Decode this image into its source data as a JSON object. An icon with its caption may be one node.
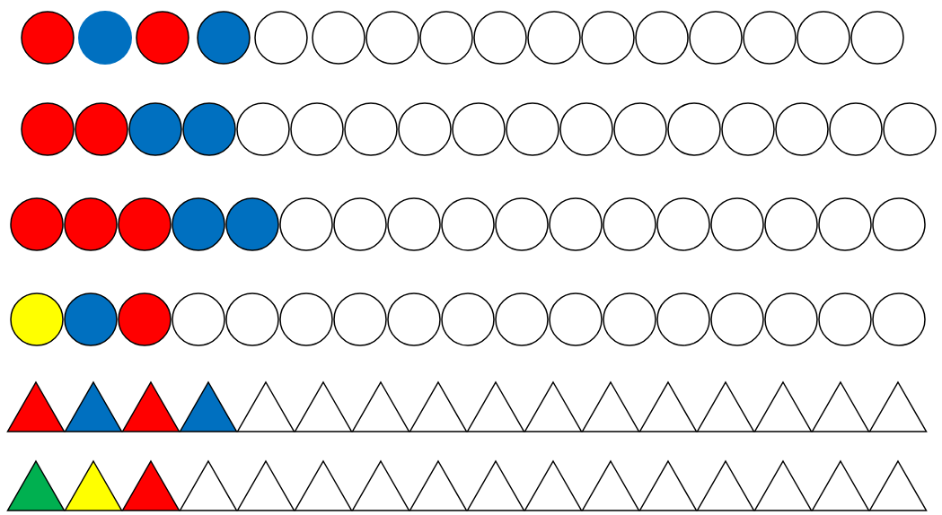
{
  "diagram": {
    "nodes": [
      {
        "text": [],
        "shape": "circle"
      },
      {
        "text": [],
        "shape": "circle"
      },
      {
        "text": [],
        "shape": "circle"
      },
      {
        "text": [],
        "shape": "circle"
      },
      {
        "text": [],
        "shape": "circle"
      },
      {
        "text": [],
        "shape": "circle"
      },
      {
        "text": [],
        "shape": "circle"
      },
      {
        "text": [],
        "shape": "circle"
      },
      {
        "text": [],
        "shape": "circle"
      },
      {
        "text": [],
        "shape": "circle"
      },
      {
        "text": [],
        "shape": "circle"
      },
      {
        "text": [],
        "shape": "circle"
      },
      {
        "text": [],
        "shape": "circle"
      },
      {
        "text": [],
        "shape": "circle"
      },
      {
        "text": [],
        "shape": "circle"
      },
      {
        "text": [],
        "shape": "circle"
      },
      {
        "text": [],
        "shape": "circle"
      },
      {
        "text": [],
        "shape": "circle"
      },
      {
        "text": [],
        "shape": "circle"
      },
      {
        "text": [],
        "shape": "circle"
      },
      {
        "text": [],
        "shape": "circle"
      },
      {
        "text": [],
        "shape": "circle"
      },
      {
        "text": [],
        "shape": "circle"
      },
      {
        "text": [],
        "shape": "circle"
      },
      {
        "text": [],
        "shape": "circle"
      },
      {
        "text": [],
        "shape": "circle"
      },
      {
        "text": [],
        "shape": "circle"
      },
      {
        "text": [],
        "shape": "circle"
      },
      {
        "text": [],
        "shape": "circle"
      },
      {
        "text": [],
        "shape": "circle"
      },
      {
        "text": [],
        "shape": "circle"
      },
      {
        "text": [],
        "shape": "circle"
      },
      {
        "text": [],
        "shape": "circle"
      },
      {
        "text": [],
        "shape": "circle"
      },
      {
        "text": [],
        "shape": "circle"
      },
      {
        "text": [],
        "shape": "circle"
      },
      {
        "text": [],
        "shape": "circle"
      },
      {
        "text": [],
        "shape": "circle"
      },
      {
        "text": [],
        "shape": "circle"
      },
      {
        "text": [],
        "shape": "circle"
      },
      {
        "text": [],
        "shape": "circle"
      },
      {
        "text": [],
        "shape": "circle"
      },
      {
        "text": [],
        "shape": "circle"
      },
      {
        "text": [],
        "shape": "circle"
      },
      {
        "text": [],
        "shape": "circle"
      },
      {
        "text": [],
        "shape": "circle"
      },
      {
        "text": [],
        "shape": "circle"
      },
      {
        "text": [],
        "shape": "circle"
      },
      {
        "text": [],
        "shape": "circle"
      },
      {
        "text": [],
        "shape": "circle"
      },
      {
        "text": [],
        "shape": "circle"
      },
      {
        "text": [],
        "shape": "circle"
      },
      {
        "text": [],
        "shape": "circle"
      },
      {
        "text": [],
        "shape": "circle"
      },
      {
        "text": [],
        "shape": "circle"
      },
      {
        "text": [],
        "shape": "circle"
      },
      {
        "text": [],
        "shape": "circle"
      },
      {
        "text": [],
        "shape": "circle"
      },
      {
        "text": [],
        "shape": "circle"
      },
      {
        "text": [],
        "shape": "circle"
      },
      {
        "text": [],
        "shape": "circle"
      },
      {
        "text": [],
        "shape": "circle"
      },
      {
        "text": [],
        "shape": "circle"
      },
      {
        "text": [],
        "shape": "circle"
      },
      {
        "text": [],
        "shape": "circle"
      },
      {
        "text": [],
        "shape": "circle"
      },
      {
        "text": [],
        "shape": "circle"
      },
      {
        "text": [],
        "shape": "triangle"
      },
      {
        "text": [],
        "shape": "triangle"
      },
      {
        "text": [],
        "shape": "triangle"
      },
      {
        "text": [],
        "shape": "triangle"
      },
      {
        "text": [],
        "shape": "triangle"
      },
      {
        "text": [],
        "shape": "triangle"
      },
      {
        "text": [],
        "shape": "triangle"
      },
      {
        "text": [],
        "shape": "triangle"
      },
      {
        "text": [],
        "shape": "triangle"
      },
      {
        "text": [],
        "shape": "triangle"
      },
      {
        "text": [],
        "shape": "triangle"
      },
      {
        "text": [],
        "shape": "triangle"
      },
      {
        "text": [],
        "shape": "triangle"
      },
      {
        "text": [],
        "shape": "triangle"
      },
      {
        "text": [],
        "shape": "triangle"
      },
      {
        "text": [],
        "shape": "triangle"
      },
      {
        "text": [],
        "shape": "triangle"
      },
      {
        "text": [],
        "shape": "triangle"
      },
      {
        "text": [],
        "shape": "triangle"
      },
      {
        "text": [],
        "shape": "triangle"
      },
      {
        "text": [],
        "shape": "triangle"
      },
      {
        "text": [],
        "shape": "triangle"
      },
      {
        "text": [],
        "shape": "triangle"
      },
      {
        "text": [],
        "shape": "triangle"
      },
      {
        "text": [],
        "shape": "triangle"
      },
      {
        "text": [],
        "shape": "triangle"
      },
      {
        "text": [],
        "shape": "triangle"
      },
      {
        "text": [],
        "shape": "triangle"
      },
      {
        "text": [],
        "shape": "triangle"
      },
      {
        "text": [],
        "shape": "triangle"
      },
      {
        "text": [],
        "shape": "triangle"
      },
      {
        "text": [],
        "shape": "triangle"
      }
    ]
  }
}
